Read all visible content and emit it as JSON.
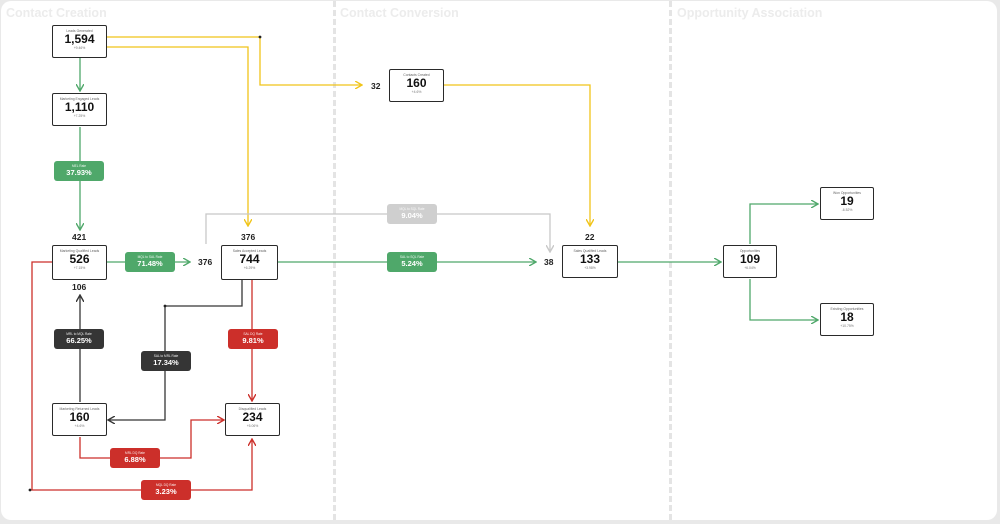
{
  "sections": [
    {
      "id": "creation",
      "title": "Contact Creation"
    },
    {
      "id": "conversion",
      "title": "Contact Conversion"
    },
    {
      "id": "opportunity",
      "title": "Opportunity Association"
    }
  ],
  "colors": {
    "green": "#4fa86a",
    "yellow": "#f0c419",
    "red": "#cc2f2a",
    "dark": "#353535",
    "grey": "#c8c8c8"
  },
  "nodes": {
    "leads": {
      "label": "Leads Generated",
      "value": "1,594",
      "change": "+9.46%"
    },
    "mel": {
      "label": "Marketing Engaged Leads",
      "value": "1,110",
      "change": "+7.25%"
    },
    "mql": {
      "label": "Marketing Qualified Leads",
      "value": "526",
      "change": "+7.15%"
    },
    "mrl": {
      "label": "Marketing Returned Leads",
      "value": "160",
      "change": "+4.6%"
    },
    "sal": {
      "label": "Sales Accepted Leads",
      "value": "744",
      "change": "+6.29%"
    },
    "dq": {
      "label": "Disqualified Leads",
      "value": "234",
      "change": "+5.06%"
    },
    "cc": {
      "label": "Contacts Created",
      "value": "160",
      "change": "+4.6%"
    },
    "sql": {
      "label": "Sales Qualified Leads",
      "value": "133",
      "change": "+3.98%"
    },
    "opp": {
      "label": "Opportunities",
      "value": "109",
      "change": "+6.04%"
    },
    "won": {
      "label": "Won Opportunities",
      "value": "19",
      "change": "-6.52%"
    },
    "lost": {
      "label": "Existing Opportunities",
      "value": "18",
      "change": "+10.75%"
    }
  },
  "counts": {
    "mql_in": "421",
    "mql_out": "106",
    "sal_in_top": "376",
    "sal_in_left": "376",
    "cc_in": "32",
    "sql_in_top": "22",
    "sql_in_left": "38"
  },
  "pills": {
    "mel_mql": {
      "label": "MEL Rate",
      "value": "37.93%"
    },
    "mql_sal": {
      "label": "MQL to SAL Rate",
      "value": "71.48%"
    },
    "sal_sql": {
      "label": "SAL to SQL Rate",
      "value": "5.24%"
    },
    "sal_sql_alt": {
      "label": "MQL to SQL Rate",
      "value": "9.04%"
    },
    "mrl_mql": {
      "label": "MRL to MQL Rate",
      "value": "66.25%"
    },
    "sal_mrl": {
      "label": "SAL to MRL Rate",
      "value": "17.34%"
    },
    "sal_dq": {
      "label": "SAL DQ Rate",
      "value": "9.81%"
    },
    "mrl_dq": {
      "label": "MRL DQ Rate",
      "value": "6.88%"
    },
    "mql_dq": {
      "label": "MQL DQ Rate",
      "value": "3.23%"
    }
  }
}
